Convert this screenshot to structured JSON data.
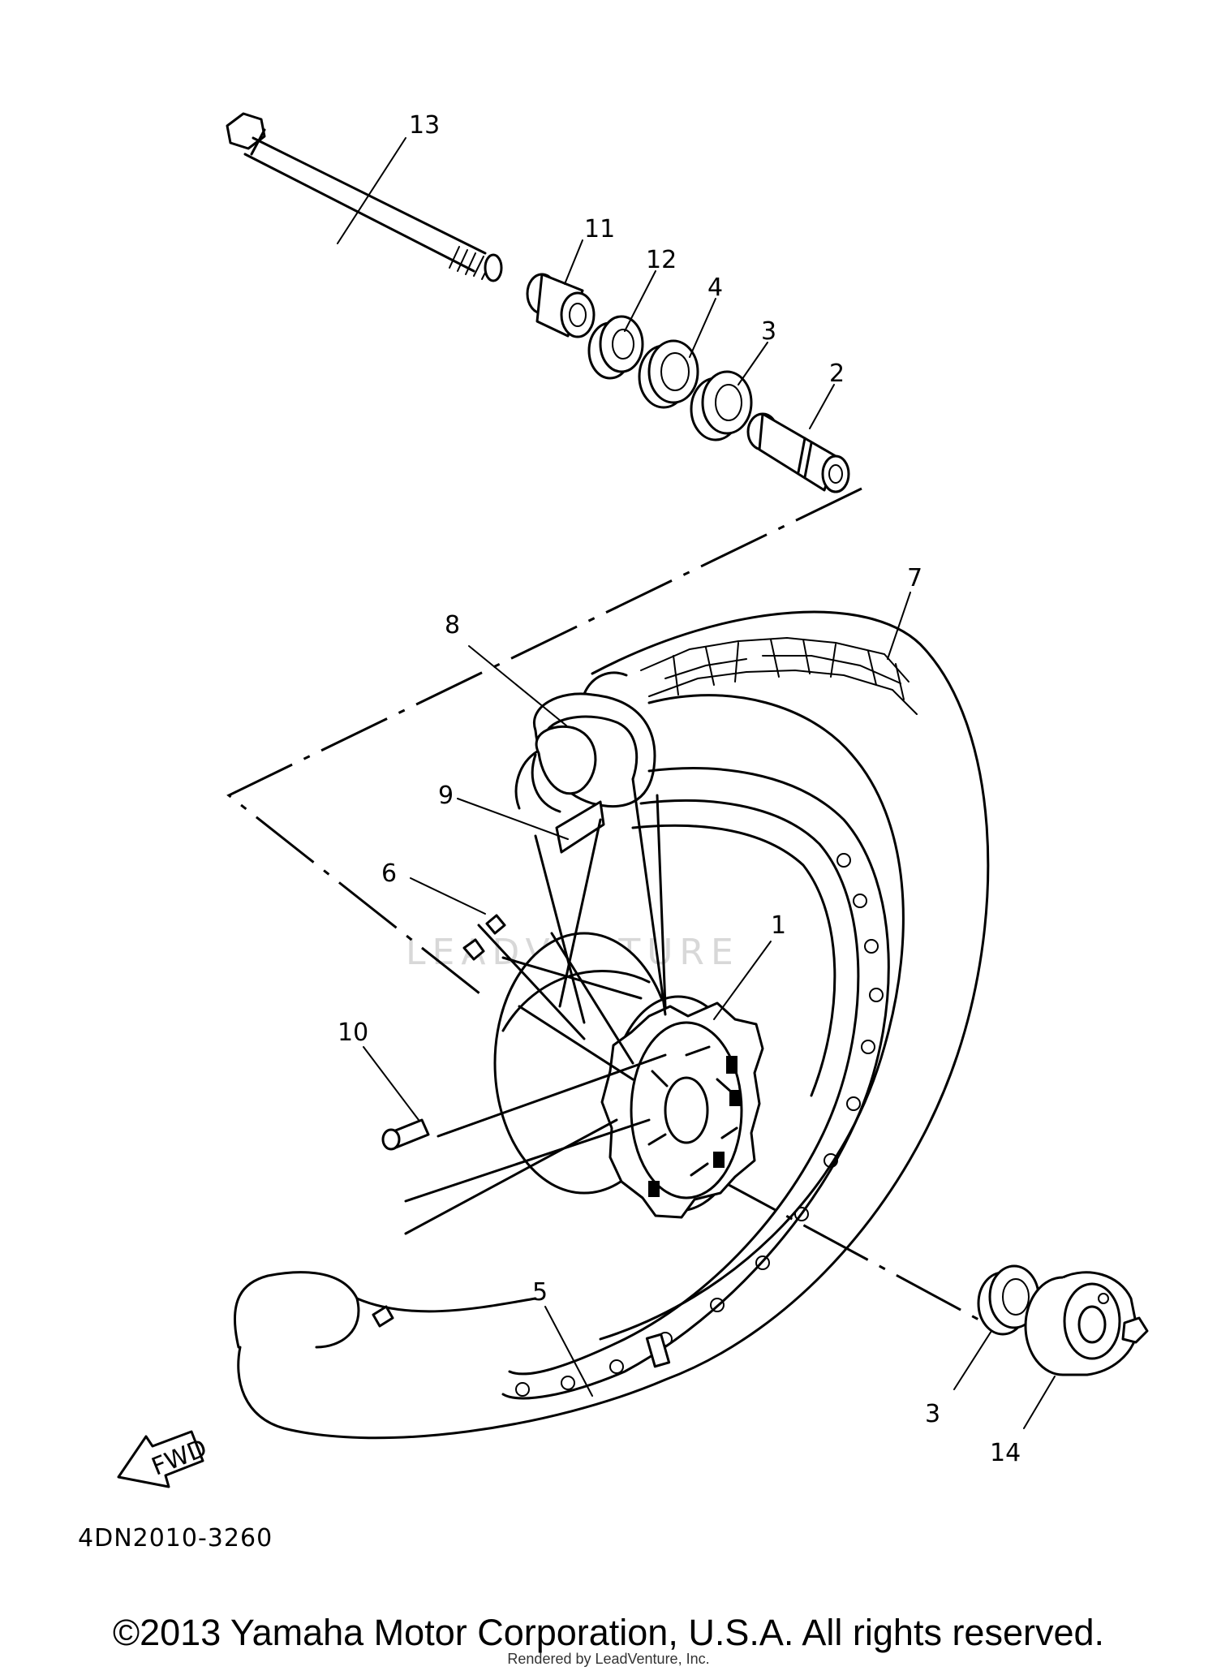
{
  "diagram": {
    "part_code": "4DN2010-3260",
    "watermark": "LEADVENTURE",
    "fwd_label": "FWD",
    "callouts": [
      {
        "id": "13",
        "label": "13"
      },
      {
        "id": "11",
        "label": "11"
      },
      {
        "id": "12",
        "label": "12"
      },
      {
        "id": "4",
        "label": "4"
      },
      {
        "id": "3a",
        "label": "3"
      },
      {
        "id": "2",
        "label": "2"
      },
      {
        "id": "7",
        "label": "7"
      },
      {
        "id": "8",
        "label": "8"
      },
      {
        "id": "9",
        "label": "9"
      },
      {
        "id": "6",
        "label": "6"
      },
      {
        "id": "1",
        "label": "1"
      },
      {
        "id": "10",
        "label": "10"
      },
      {
        "id": "5",
        "label": "5"
      },
      {
        "id": "3b",
        "label": "3"
      },
      {
        "id": "14",
        "label": "14"
      }
    ]
  },
  "footer": {
    "copyright": "©2013 Yamaha Motor Corporation, U.S.A. All rights reserved.",
    "rendered_by": "Rendered by LeadVenture, Inc."
  }
}
